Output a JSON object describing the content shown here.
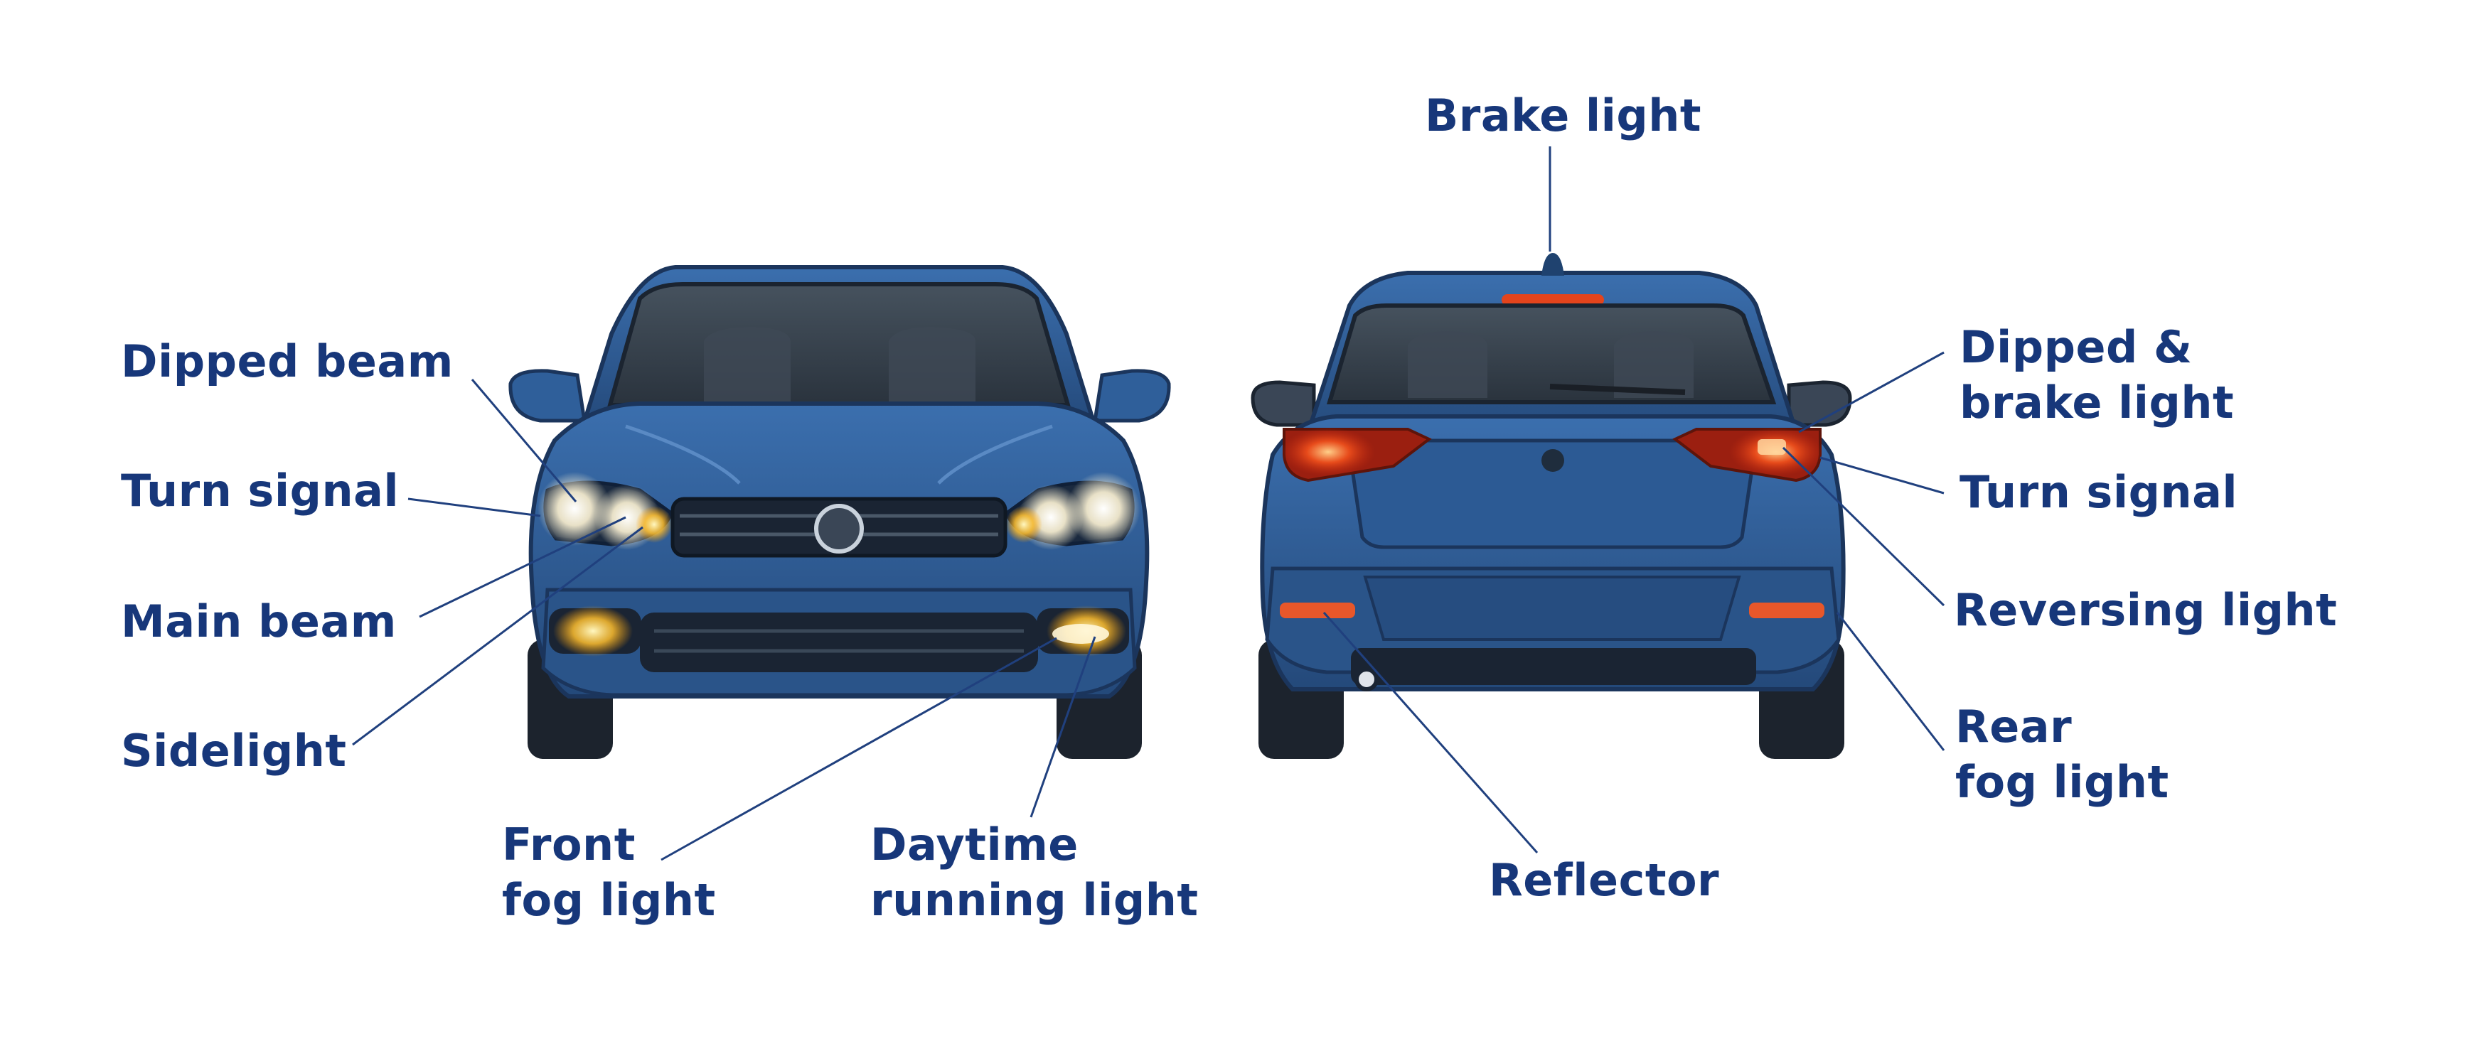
{
  "colors": {
    "label": "#17377a",
    "leader_line": "#20407e",
    "car_body": "#2f5f9a",
    "car_body_dark": "#1f426f",
    "glass": "#2e3a46",
    "tire": "#1c232d",
    "headlight": "#fff6d8",
    "fog_light": "#ffc233",
    "tail_light": "#e4441c",
    "reflector": "#e8572a"
  },
  "front_labels": {
    "dipped_beam": "Dipped beam",
    "turn_signal": "Turn signal",
    "main_beam": "Main beam",
    "sidelight": "Sidelight",
    "front_fog_light_1": "Front",
    "front_fog_light_2": "fog light",
    "drl_1": "Daytime",
    "drl_2": "running light"
  },
  "rear_labels": {
    "brake_light": "Brake light",
    "dipped_brake_1": "Dipped &",
    "dipped_brake_2": "brake light",
    "turn_signal": "Turn signal",
    "reversing_light": "Reversing light",
    "rear_fog_1": "Rear",
    "rear_fog_2": "fog light",
    "reflector": "Reflector"
  }
}
